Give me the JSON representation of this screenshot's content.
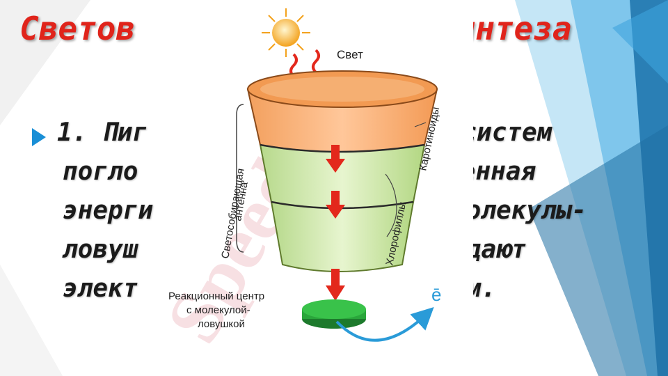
{
  "slide": {
    "title_left": "Светов",
    "title_right": "осинтеза",
    "body_lines": [
      {
        "left": "1. Пиг",
        "right": "тосистем"
      },
      {
        "left": "погло",
        "right": "ченная"
      },
      {
        "left": "энерги",
        "right": "молекулы-"
      },
      {
        "left": "ловуш",
        "right": "едают"
      },
      {
        "left": "элект",
        "right": "ам."
      }
    ],
    "colors": {
      "title": "#e0241b",
      "bullet": "#1a8fd6",
      "accent_blue": "#2a9bd8"
    }
  },
  "diagram": {
    "light_label": "Свет",
    "antenna_label_line1": "Светособирающая",
    "antenna_label_line2": "антенна",
    "pigments_label_line1": "Каротиноиды",
    "pigments_label_line2": "Хлорофиллы",
    "reaction_center_line1": "Реакционный центр",
    "reaction_center_line2": "с молекулой-",
    "reaction_center_line3": "ловушкой",
    "electron_label": "ē",
    "watermark": "Speedy",
    "icons": [
      "sun-icon",
      "light-wave-arrow-icon",
      "energy-down-arrow-icon",
      "electron-arrow-icon"
    ]
  }
}
